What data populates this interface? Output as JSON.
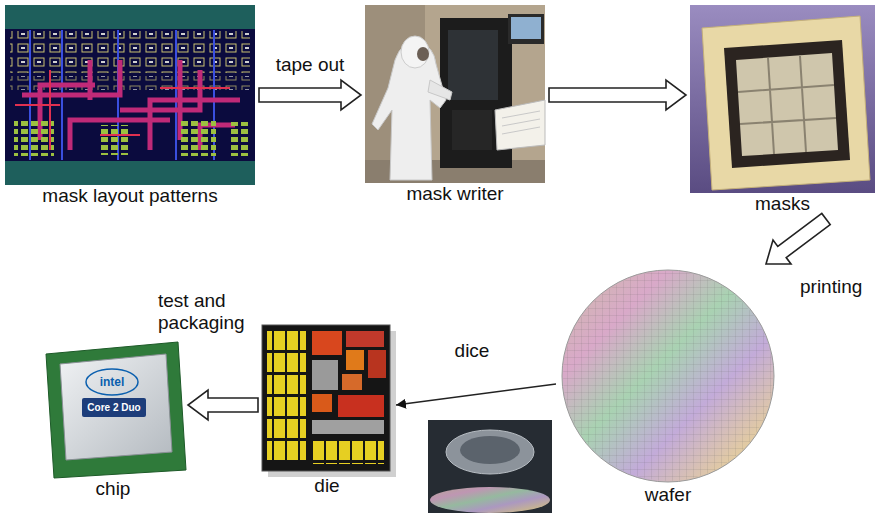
{
  "diagram": {
    "nodes": [
      {
        "text": [
          "mask layout patterns"
        ]
      },
      {
        "text": [
          "mask writer"
        ]
      },
      {
        "text": [
          "masks"
        ]
      },
      {
        "text": [
          "chip"
        ]
      },
      {
        "text": [
          "die"
        ]
      },
      {
        "text": [
          "wafer"
        ]
      }
    ],
    "edges": [
      {
        "from": 0,
        "to": 1,
        "label": "tape out",
        "arrow": "to"
      },
      {
        "from": 1,
        "to": 2,
        "arrow": "to"
      },
      {
        "from": 2,
        "to": 5,
        "label": "printing",
        "arrow": "to"
      },
      {
        "from": 5,
        "to": 4,
        "label": "dice",
        "arrow": "to"
      },
      {
        "from": 4,
        "to": 3,
        "label": "test and packaging",
        "arrow": "to"
      }
    ],
    "labels": [
      "intel",
      "Core 2 Duo"
    ]
  }
}
